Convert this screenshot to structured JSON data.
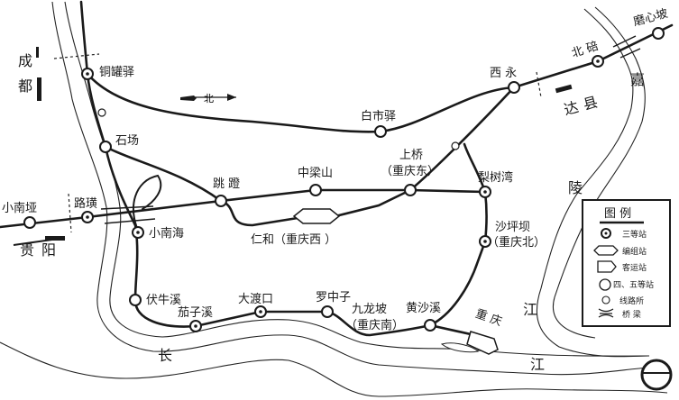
{
  "title": "重庆铁路枢纽示意图",
  "directions": {
    "chengdu": "成都",
    "guiyang": "贵阳",
    "daxian": "达县",
    "north": "北"
  },
  "rivers": {
    "jialing": [
      "嘉",
      "陵",
      "江"
    ],
    "changjiang": [
      "长",
      "江"
    ]
  },
  "stations": {
    "tongguanyi": "铜罐驿",
    "shichang": "石场",
    "luhuang": "路璜",
    "xiaonanya": "小南垭",
    "xiaonanhai": "小南海",
    "tiaodeng": "跳   蹬",
    "zhongliangshan": "中梁山",
    "shangqiao": "上桥",
    "shangqiao_alias": "（重庆东）",
    "lishuwan": "梨树湾",
    "baishiyi": "白市驿",
    "xiyong": "西   永",
    "beibei": "北   碚",
    "moxinpo": "磨心坡",
    "shapingba": "沙坪坝",
    "shapingba_alias": "（重庆北）",
    "renhe": "仁和（重庆西 ）",
    "funiuxi": "伏牛溪",
    "qiezixi": "茄子溪",
    "dadukou": "大渡口",
    "luozhongzi": "罗中子",
    "jiulongpo": "九龙坡",
    "jiulongpo_alias": "（重庆南）",
    "huangshaxi": "黄沙溪",
    "chongqing": "重   庆"
  },
  "legend": {
    "title": "图   例",
    "items": [
      "三等站",
      "编组站",
      "客运站",
      "四、五等站",
      "线路所",
      "桥   梁"
    ]
  }
}
